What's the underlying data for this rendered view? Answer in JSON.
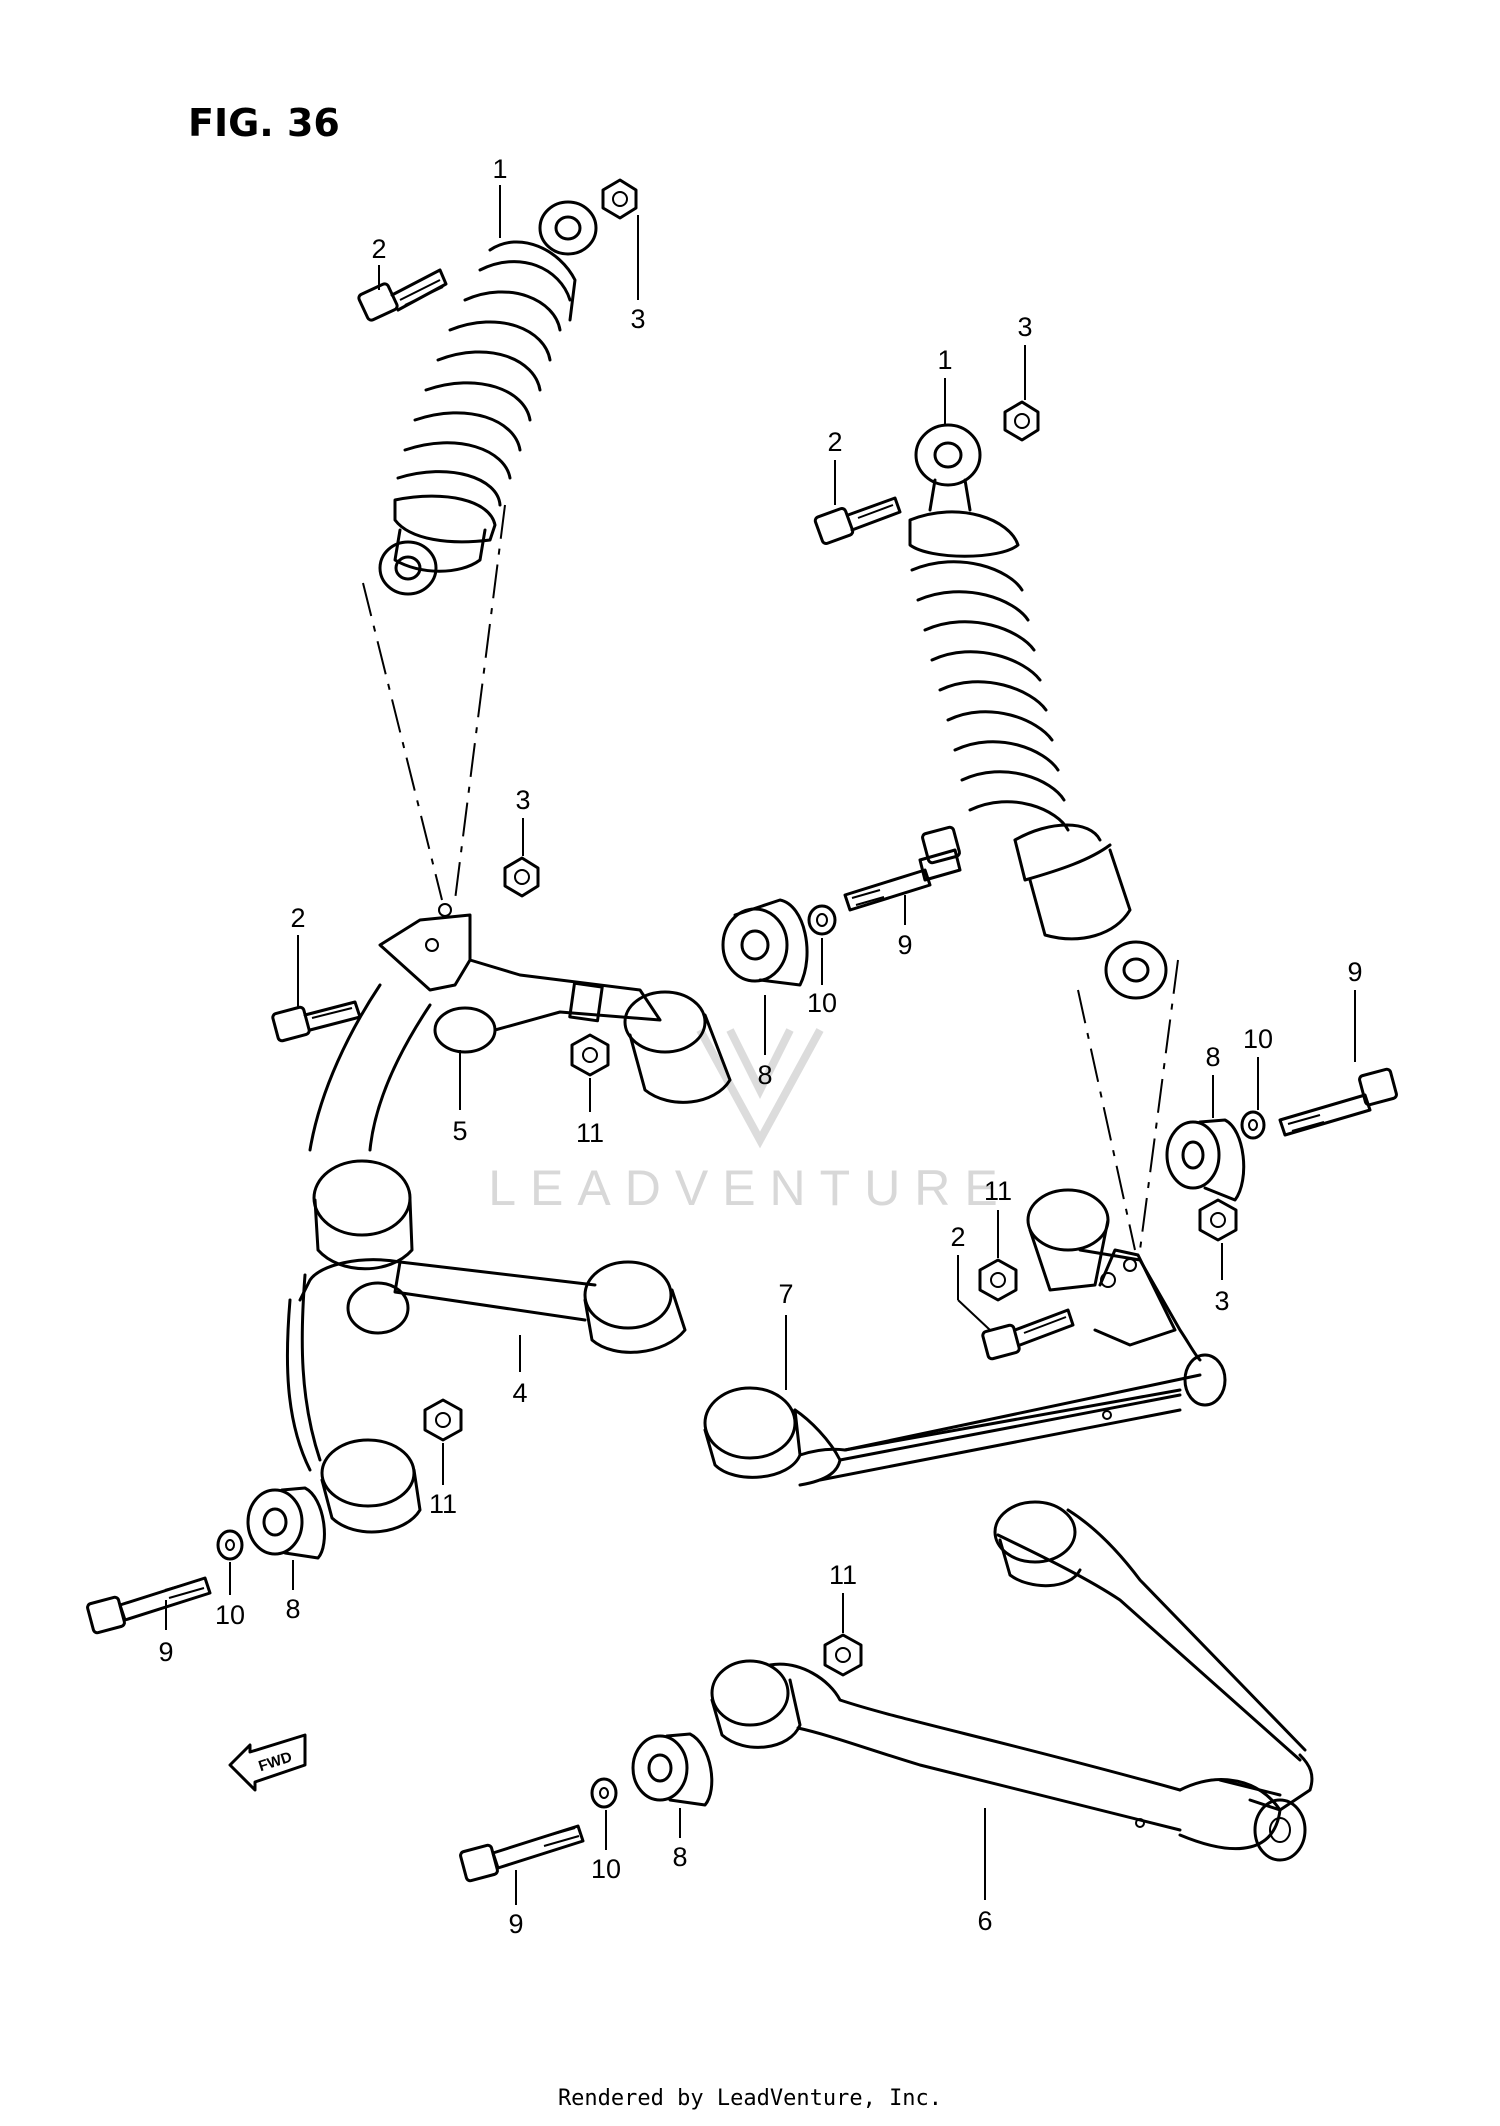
{
  "figure": {
    "title": "FIG. 36"
  },
  "watermark": {
    "text": "LEADVENTURE"
  },
  "footer": {
    "text": "Rendered by LeadVenture, Inc."
  },
  "direction_badge": {
    "label": "FWD"
  },
  "callouts": {
    "left_shock": "1",
    "left_shock_bolt": "2",
    "left_shock_nut": "3",
    "right_shock": "1",
    "right_shock_bolt": "2",
    "right_shock_nut": "3",
    "left_bracket_nut": "3",
    "left_bracket_bolt": "2",
    "left_upper_arm": "5",
    "left_bushing": "8",
    "left_washer": "10",
    "left_pivot_bolt": "9",
    "left_arm_nut": "11",
    "right_pivot_bolt": "9",
    "right_washer": "10",
    "right_bushing": "8",
    "right_arm_nut": "11",
    "right_bracket_bolt": "2",
    "right_bracket_nut": "3",
    "right_upper_arm": "7",
    "left_lower_arm": "4",
    "lower_left_nut": "11",
    "lower_left_bushing": "8",
    "lower_left_washer": "10",
    "lower_left_bolt": "9",
    "right_lower_arm": "6",
    "lower_right_nut": "11",
    "lower_right_bushing": "8",
    "lower_right_washer": "10",
    "lower_right_bolt": "9"
  }
}
